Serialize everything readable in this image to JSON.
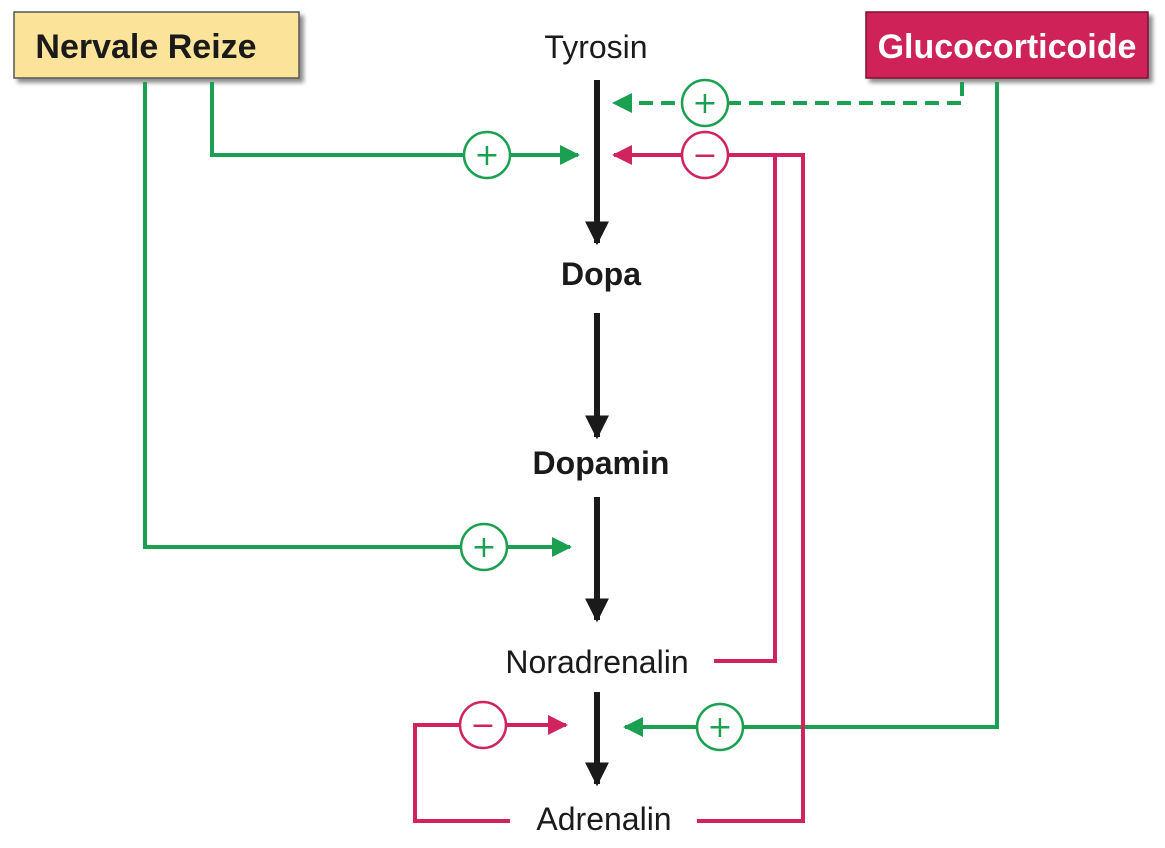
{
  "boxes": {
    "nervale_reize": "Nervale Reize",
    "glucocorticoide": "Glucocorticoide"
  },
  "nodes": {
    "tyrosin": "Tyrosin",
    "dopa": "Dopa",
    "dopamin": "Dopamin",
    "noradrenalin": "Noradrenalin",
    "adrenalin": "Adrenalin"
  },
  "signs": {
    "plus": "+",
    "minus": "−"
  },
  "colors": {
    "stimulate": "#1aa050",
    "inhibit": "#d1245e",
    "pathway": "#1a1a1a",
    "nervale_fill": "#fbe49a",
    "gluco_fill": "#cf2459",
    "gluco_text": "#ffffff"
  }
}
